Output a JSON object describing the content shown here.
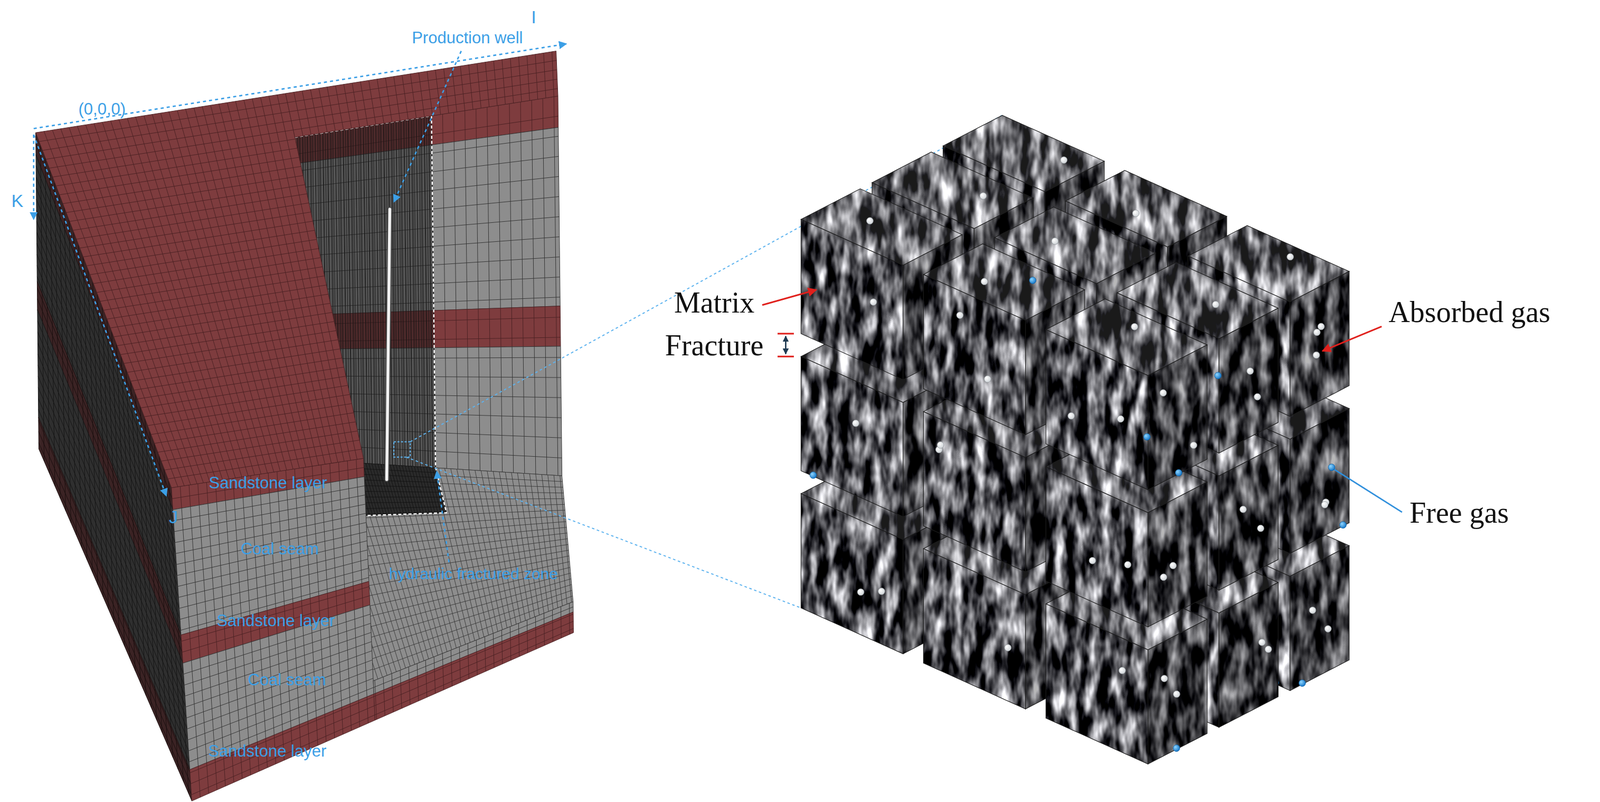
{
  "diagram": {
    "labels": [
      "I",
      "(0,0,0)",
      "K",
      "Production well",
      "Matrix",
      "Fracture",
      "Absorbed gas",
      "Free gas",
      "J",
      "Sandstone layer",
      "Coal seam",
      "Sandstone layer",
      "Coal seam",
      "Sandstone layer",
      "hydraulic fractured zone"
    ]
  }
}
